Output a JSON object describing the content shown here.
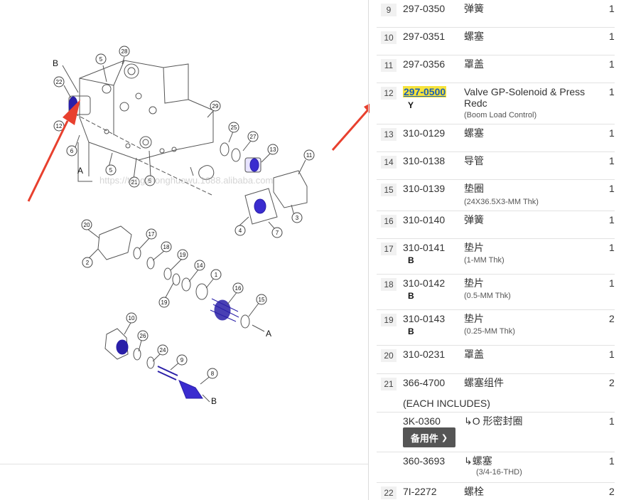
{
  "diagram": {
    "labels": [
      "28",
      "5",
      "B",
      "22",
      "29",
      "12",
      "6",
      "25",
      "27",
      "13",
      "11",
      "A",
      "5",
      "21",
      "5",
      "4",
      "7",
      "3",
      "20",
      "17",
      "18",
      "2",
      "19",
      "14",
      "1",
      "19",
      "16",
      "15",
      "A",
      "10",
      "26",
      "24",
      "9",
      "8",
      "B"
    ],
    "watermark": "https://tongzhonghuowu.1688.alibaba.com",
    "accent_arrow_color": "#e8402e"
  },
  "parts": [
    {
      "no": "9",
      "pn": "297-0350",
      "desc": "弹簧",
      "qty": "1"
    },
    {
      "no": "10",
      "pn": "297-0351",
      "desc": "螺塞",
      "qty": "1"
    },
    {
      "no": "11",
      "pn": "297-0356",
      "desc": "罩盖",
      "qty": "1"
    },
    {
      "no": "12",
      "pn": "297-0500",
      "flag": "Y",
      "desc": "Valve GP-Solenoid & Press Redc",
      "sub": "(Boom Load Control)",
      "qty": "1",
      "highlight": true
    },
    {
      "no": "13",
      "pn": "310-0129",
      "desc": "螺塞",
      "qty": "1"
    },
    {
      "no": "14",
      "pn": "310-0138",
      "desc": "导管",
      "qty": "1"
    },
    {
      "no": "15",
      "pn": "310-0139",
      "desc": "垫圈",
      "sub": "(24X36.5X3-MM Thk)",
      "qty": "1"
    },
    {
      "no": "16",
      "pn": "310-0140",
      "desc": "弹簧",
      "qty": "1"
    },
    {
      "no": "17",
      "pn": "310-0141",
      "flag": "B",
      "desc": "垫片",
      "sub": "(1-MM Thk)",
      "qty": "1"
    },
    {
      "no": "18",
      "pn": "310-0142",
      "flag": "B",
      "desc": "垫片",
      "sub": "(0.5-MM Thk)",
      "qty": "1"
    },
    {
      "no": "19",
      "pn": "310-0143",
      "flag": "B",
      "desc": "垫片",
      "sub": "(0.25-MM Thk)",
      "qty": "2"
    },
    {
      "no": "20",
      "pn": "310-0231",
      "desc": "罩盖",
      "qty": "1"
    },
    {
      "no": "21",
      "pn": "366-4700",
      "desc": "螺塞组件",
      "qty": "2"
    }
  ],
  "group_label": "(EACH INCLUDES)",
  "sub_parts": [
    {
      "pn": "3K-0360",
      "desc": "↳O 形密封圈",
      "qty": "1"
    },
    {
      "pn": "360-3693",
      "desc": "↳螺塞",
      "sub": "(3/4-16-THD)",
      "qty": "1"
    }
  ],
  "spare_button": {
    "label": "备用件",
    "icon": "chevron-down-icon"
  },
  "last_part": {
    "no": "22",
    "pn": "7I-2272",
    "desc": "螺栓",
    "qty": "2"
  }
}
